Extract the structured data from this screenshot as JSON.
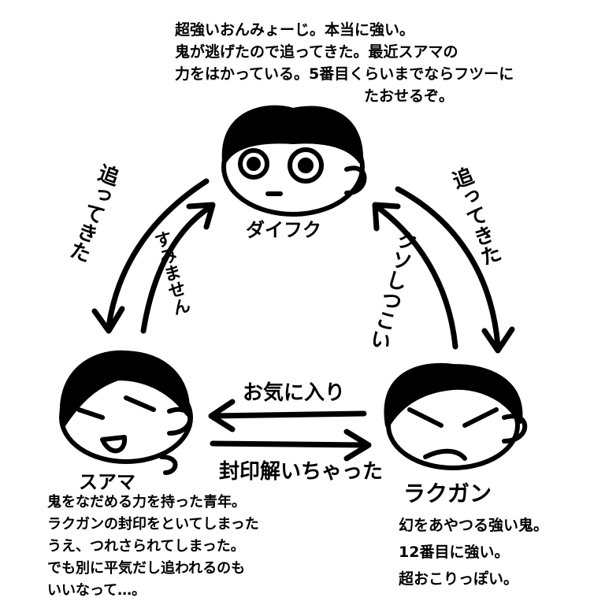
{
  "characters": {
    "daifuku": {
      "name": "ダイフク",
      "description": [
        "超強いおんみょーじ。本当に強い。",
        "鬼が逃げたので追ってきた。最近スアマの",
        "力をはかっている。5番目くらいまでならフツーに",
        "たおせるぞ。"
      ]
    },
    "suama": {
      "name": "スアマ",
      "description": [
        "鬼をなだめる力を持った青年。",
        "ラクガンの封印をといてしまった",
        "うえ、つれさられてしまった。",
        "でも別に平気だし追われるのも",
        "いいなって…。"
      ]
    },
    "rakugan": {
      "name": "ラクガン",
      "description": [
        "幻をあやつる強い鬼。",
        "12番目に強い。",
        "超おこりっぽい。"
      ]
    }
  },
  "relations": {
    "daifuku_to_suama": "追ってきた",
    "suama_to_daifuku": "すみません",
    "daifuku_to_rakugan": "追ってきた",
    "rakugan_to_daifuku": "クソしつこい",
    "rakugan_to_suama": "お気に入り",
    "suama_to_rakugan": "封印解いちゃった"
  }
}
